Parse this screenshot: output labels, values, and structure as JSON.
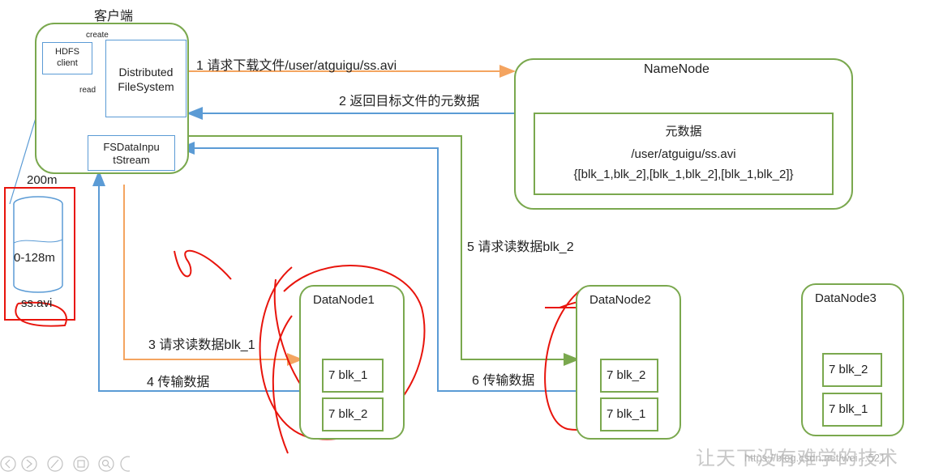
{
  "client": {
    "title": "客户端",
    "create_label": "create",
    "read_label": "read",
    "hdfs_client": [
      "HDFS",
      "client"
    ],
    "dfs": [
      "Distributed",
      "FileSystem"
    ],
    "fsdis": [
      "FSDataInpu",
      "tStream"
    ]
  },
  "local_file": {
    "size": "200m",
    "range": "0-128m",
    "name": "ss.avi"
  },
  "namenode": {
    "title": "NameNode",
    "meta_title": "元数据",
    "meta_path": "/user/atguigu/ss.avi",
    "meta_blocks": "{[blk_1,blk_2],[blk_1,blk_2],[blk_1,blk_2]}"
  },
  "datanodes": [
    {
      "title": "DataNode1",
      "blocks": [
        "7 blk_1",
        "7 blk_2"
      ]
    },
    {
      "title": "DataNode2",
      "blocks": [
        "7 blk_2",
        "7 blk_1"
      ]
    },
    {
      "title": "DataNode3",
      "blocks": [
        "7 blk_2",
        "7 blk_1"
      ]
    }
  ],
  "steps": {
    "s1": "1 请求下载文件/user/atguigu/ss.avi",
    "s2": "2 返回目标文件的元数据",
    "s3": "3 请求读数据blk_1",
    "s4": "4 传输数据",
    "s5": "5 请求读数据blk_2",
    "s6": "6 传输数据"
  },
  "watermark": "让天下没有难学的技术",
  "url_fragment": "https://blog.csdn.net/wei…521",
  "colors": {
    "green": "#7aa84e",
    "blue": "#5b9bd5",
    "orange": "#f4a460",
    "red": "#e8140c"
  },
  "toolbar_icons": [
    "prev-icon",
    "play-icon",
    "pen-icon",
    "copy-icon",
    "zoom-icon",
    "more-icon"
  ]
}
